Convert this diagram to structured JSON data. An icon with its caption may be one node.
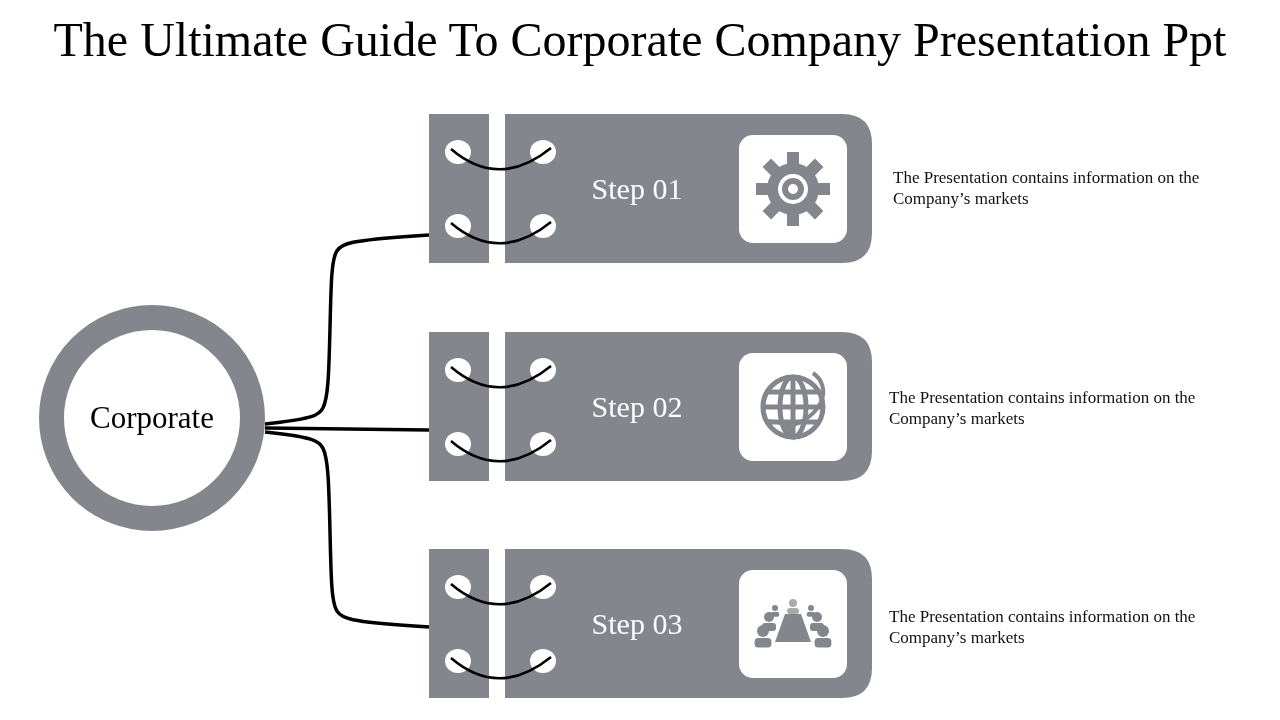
{
  "diagram": {
    "title": "The Ultimate Guide To Corporate Company Presentation Ppt",
    "nodes": [
      {
        "text": [
          "Corporate"
        ]
      },
      {
        "text": [
          "Step 01"
        ],
        "beside": [
          "The Presentation contains information on the Company’s markets"
        ]
      },
      {
        "text": [
          "Step 02"
        ],
        "beside": [
          "The Presentation contains information on the Company’s markets"
        ]
      },
      {
        "text": [
          "Step 03"
        ],
        "beside": [
          "The Presentation contains information on the Company’s markets"
        ]
      }
    ],
    "edges": [
      {
        "from": 0,
        "to": 1,
        "arrow": "none"
      },
      {
        "from": 0,
        "to": 2,
        "arrow": "none"
      },
      {
        "from": 0,
        "to": 3,
        "arrow": "none"
      }
    ]
  }
}
